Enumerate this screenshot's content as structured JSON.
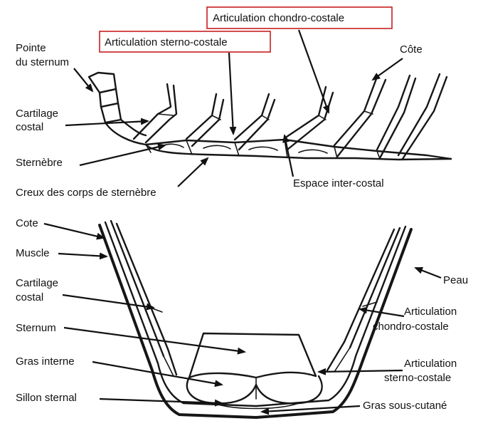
{
  "colors": {
    "ink": "#161616",
    "highlight_box": "#c81e1e",
    "background": "#ffffff"
  },
  "top_diagram": {
    "labels": {
      "chondro_costale": "Articulation chondro-costale",
      "sterno_costale": "Articulation sterno-costale",
      "pointe_line1": "Pointe",
      "pointe_line2": "du sternum",
      "cote": "Côte",
      "cartilage_line1": "Cartilage",
      "cartilage_line2": "costal",
      "sternebre": "Sternèbre",
      "espace": "Espace inter-costal",
      "creux": "Creux des corps de sternèbre"
    }
  },
  "bottom_diagram": {
    "labels": {
      "cote": "Cote",
      "muscle": "Muscle",
      "cartilage_line1": "Cartilage",
      "cartilage_line2": "costal",
      "sternum": "Sternum",
      "gras_interne": "Gras interne",
      "sillon": "Sillon sternal",
      "peau": "Peau",
      "chondro_line1": "Articulation",
      "chondro_line2": "chondro-costale",
      "sterno_line1": "Articulation",
      "sterno_line2": "sterno-costale",
      "gras_sous_cutane": "Gras sous-cutané"
    }
  }
}
